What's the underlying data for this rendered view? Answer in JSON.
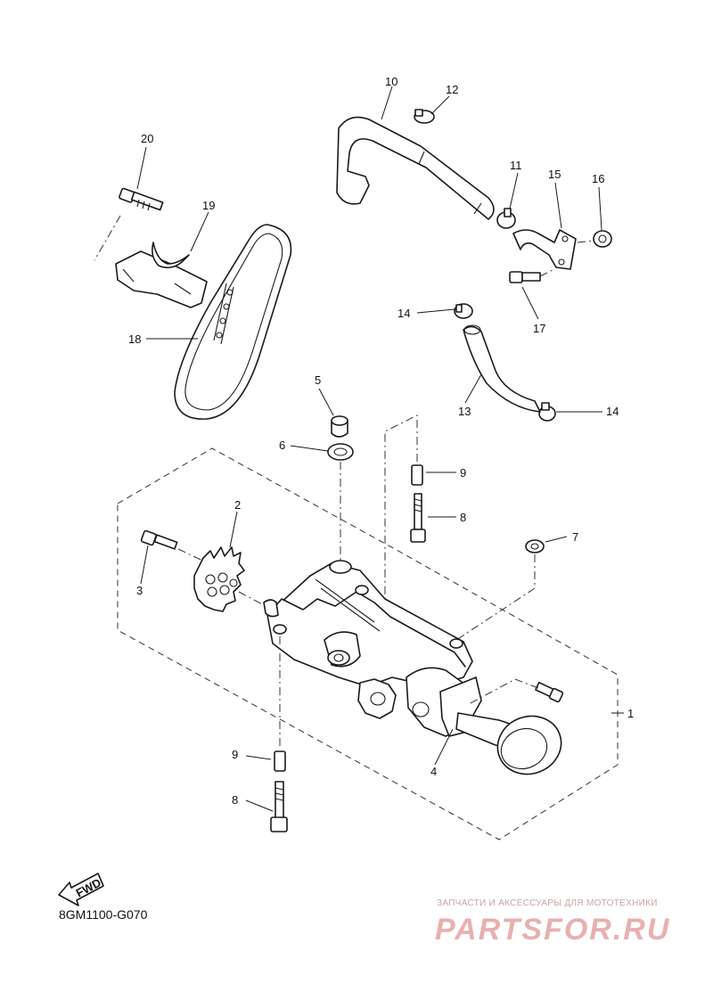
{
  "diagram": {
    "code": "8GM1100-G070",
    "fwd_label": "FWD",
    "callouts": {
      "c1": "1",
      "c2": "2",
      "c3": "3",
      "c4": "4",
      "c5": "5",
      "c6": "6",
      "c7": "7",
      "c8a": "8",
      "c8b": "8",
      "c9a": "9",
      "c9b": "9",
      "c10": "10",
      "c11": "11",
      "c12": "12",
      "c13": "13",
      "c14a": "14",
      "c14b": "14",
      "c15": "15",
      "c16": "16",
      "c17": "17",
      "c18": "18",
      "c19": "19",
      "c20": "20"
    }
  },
  "watermark": {
    "tagline": "ЗАПЧАСТИ И АКСЕССУАРЫ ДЛЯ МОТОТЕХНИКИ",
    "brand": "PARTSFOR.RU"
  }
}
